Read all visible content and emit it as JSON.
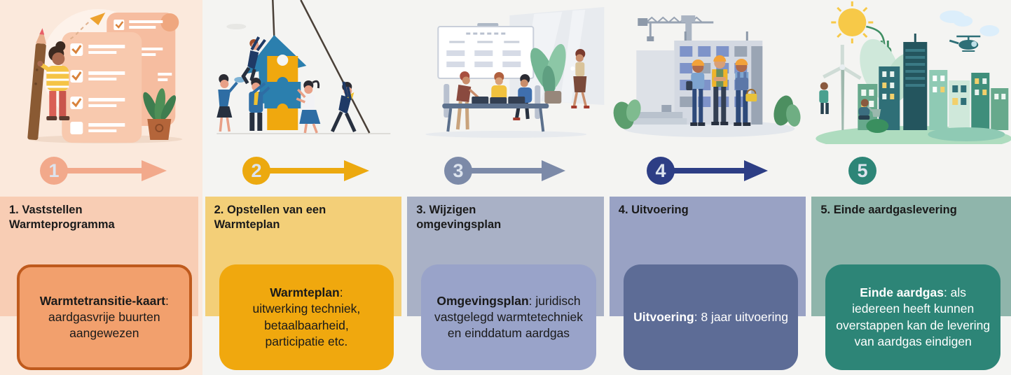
{
  "palette": {
    "page_bg": "#f4f4f2",
    "column1_bg": "#fbe9dc",
    "number_text": "#dde4ee",
    "title_text": "#1a1a1a"
  },
  "steps": [
    {
      "number": "1",
      "title_lines": [
        "1. Vaststellen",
        "Warmteprogramma"
      ],
      "card": {
        "lead": "Warmtetransitie-kaart",
        "rest": ": aardgasvrije buurten aangewezen"
      },
      "illustration": "woman-with-pencil-and-checklist-scroll",
      "colors": {
        "band": "#f8cdb4",
        "card_bg": "#f2a06d",
        "card_border": "#bf5a1d",
        "card_text": "#1a1a1a",
        "accent": "#f2a98b"
      }
    },
    {
      "number": "2",
      "title_lines": [
        "2. Opstellen van een",
        "Warmteplan"
      ],
      "card": {
        "lead": "Warmteplan",
        "rest": ": uitwerking techniek, betaalbaarheid, participatie etc."
      },
      "illustration": "team-stacking-puzzle-pieces-with-arrow",
      "colors": {
        "band": "#f3cf78",
        "card_bg": "#f0a80e",
        "card_text": "#1a1a1a",
        "accent": "#eca90f"
      }
    },
    {
      "number": "3",
      "title_lines": [
        "3. Wijzigen",
        "omgevingsplan"
      ],
      "card": {
        "lead": "Omgevingsplan",
        "rest": ": juridisch vastgelegd warmtetechniek en einddatum aardgas"
      },
      "illustration": "office-meeting-around-table",
      "colors": {
        "band": "#a9b1c6",
        "card_bg": "#99a3c9",
        "card_text": "#1a1a1a",
        "accent": "#7c8aa8"
      }
    },
    {
      "number": "4",
      "title_lines": [
        "4. Uitvoering"
      ],
      "card": {
        "lead": "Uitvoering",
        "rest": ": 8 jaar uitvoering"
      },
      "illustration": "construction-workers-at-building-site",
      "colors": {
        "band": "#99a2c4",
        "card_bg": "#5d6c96",
        "card_text": "#ffffff",
        "accent": "#2d3e85"
      }
    },
    {
      "number": "5",
      "title_lines": [
        "5. Einde aardgaslevering"
      ],
      "card": {
        "lead": "Einde aardgas",
        "rest": ": als iedereen heeft kunnen overstappen kan de levering van aardgas eindigen"
      },
      "illustration": "sustainable-green-city-sun-plug-wind-turbine",
      "colors": {
        "band": "#8fb5ab",
        "card_bg": "#2d8577",
        "card_text": "#ffffff",
        "accent": "#2d8577"
      }
    }
  ]
}
